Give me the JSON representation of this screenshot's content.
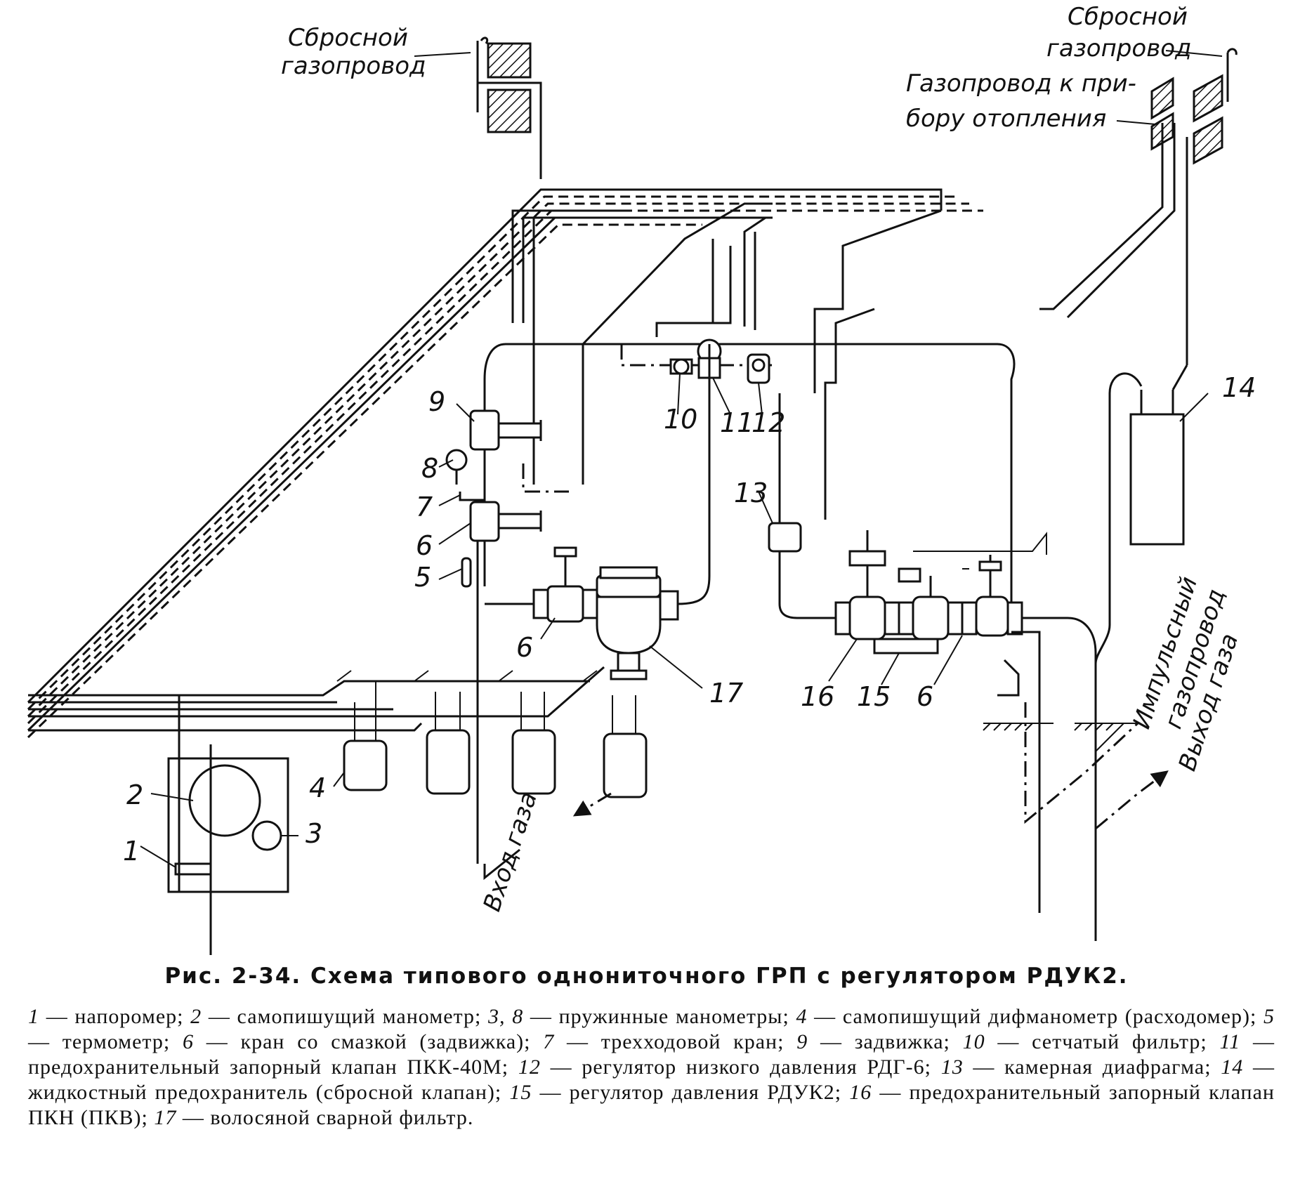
{
  "labels": {
    "vent_left": [
      "Сбросной",
      "газопровод"
    ],
    "vent_right": [
      "Сбросной",
      "газопровод"
    ],
    "heating": [
      "Газопровод к при-",
      "бору отопления"
    ],
    "impulse": [
      "Импульсный",
      "газопровод"
    ],
    "gas_out": "Выход газа",
    "gas_in": "Вход газа"
  },
  "numbers": [
    "1",
    "2",
    "3",
    "4",
    "5",
    "6",
    "7",
    "8",
    "9",
    "10",
    "11",
    "12",
    "13",
    "14",
    "15",
    "16",
    "17"
  ],
  "caption": {
    "title": "Рис. 2-34. Схема типового однониточного ГРП с регулятором РДУК2.",
    "items": [
      {
        "num": "1",
        "text": " — напоромер; "
      },
      {
        "num": "2",
        "text": " — самопишущий манометр; "
      },
      {
        "num": "3, 8",
        "text": " — пружинные манометры; "
      },
      {
        "num": "4",
        "text": " — самопишущий дифманометр (расходомер); "
      },
      {
        "num": "5",
        "text": " — термометр; "
      },
      {
        "num": "6",
        "text": " — кран со смазкой (задвижка); "
      },
      {
        "num": "7",
        "text": " — трехходовой кран; "
      },
      {
        "num": "9",
        "text": " — задвижка; "
      },
      {
        "num": "10",
        "text": " — сетчатый фильтр; "
      },
      {
        "num": "11",
        "text": " — предохранительный запорный клапан ПКК-40М; "
      },
      {
        "num": "12",
        "text": " — регулятор низкого давления РДГ-6; "
      },
      {
        "num": "13",
        "text": " — камерная диафрагма; "
      },
      {
        "num": "14",
        "text": " — жидкостный предохранитель (сбросной клапан); "
      },
      {
        "num": "15",
        "text": " — регулятор давления РДУК2; "
      },
      {
        "num": "16",
        "text": " — предохранительный запорный клапан ПКН (ПКВ); "
      },
      {
        "num": "17",
        "text": " — волосяной сварной фильтр."
      }
    ]
  }
}
